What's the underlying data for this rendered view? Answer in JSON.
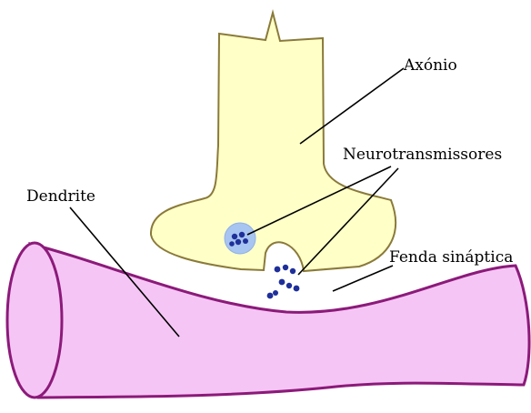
{
  "labels": {
    "axon": "Axónio",
    "neurotransmitters": "Neurotransmissores",
    "dendrite": "Dendrite",
    "synaptic_cleft": "Fenda sináptica"
  },
  "colors": {
    "axon_fill": "#ffffc8",
    "axon_stroke": "#8a7a3a",
    "dendrite_fill": "#f5c6f5",
    "dendrite_stroke": "#8c1a7a",
    "vesicle_fill": "#a8c4f0",
    "molecule_fill": "#1f2f9a",
    "leader_line": "#000000"
  }
}
